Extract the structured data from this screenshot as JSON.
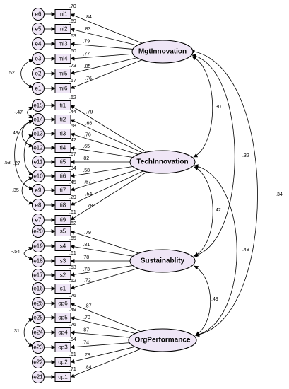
{
  "latents": [
    {
      "id": "MgtInnovation",
      "label": "MgtInnovation"
    },
    {
      "id": "TechInnovation",
      "label": "TechInnovation"
    },
    {
      "id": "Sustainability",
      "label": "Sustainablity"
    },
    {
      "id": "OrgPerformance",
      "label": "OrgPerformance"
    }
  ],
  "indicators": [
    {
      "name": "mi1",
      "error": "e6",
      "r2": ".70",
      "loading": ".84",
      "factor": "MgtInnovation"
    },
    {
      "name": "mi2",
      "error": "e5",
      "r2": ".69",
      "loading": ".83",
      "factor": "MgtInnovation"
    },
    {
      "name": "mi3",
      "error": "e4",
      "r2": ".63",
      "loading": ".79",
      "factor": "MgtInnovation"
    },
    {
      "name": "mi4",
      "error": "e3",
      "r2": ".60",
      "loading": ".77",
      "factor": "MgtInnovation"
    },
    {
      "name": "mi5",
      "error": "e2",
      "r2": ".73",
      "loading": ".85",
      "factor": "MgtInnovation"
    },
    {
      "name": "mi6",
      "error": "e1",
      "r2": ".57",
      "loading": ".76",
      "factor": "MgtInnovation"
    },
    {
      "name": "ti1",
      "error": "e15",
      "r2": ".62",
      "loading": ".79",
      "factor": "TechInnovation"
    },
    {
      "name": "ti2",
      "error": "e14",
      "r2": ".44",
      "loading": ".66",
      "factor": "TechInnovation"
    },
    {
      "name": "ti3",
      "error": "e13",
      "r2": ".58",
      "loading": ".76",
      "factor": "TechInnovation"
    },
    {
      "name": "ti4",
      "error": "e12",
      "r2": ".42",
      "loading": ".65",
      "factor": "TechInnovation"
    },
    {
      "name": "ti5",
      "error": "e11",
      "r2": ".67",
      "loading": ".82",
      "factor": "TechInnovation"
    },
    {
      "name": "ti6",
      "error": "e10",
      "r2": ".34",
      "loading": ".58",
      "factor": "TechInnovation"
    },
    {
      "name": "ti7",
      "error": "e9",
      "r2": ".45",
      "loading": ".67",
      "factor": "TechInnovation"
    },
    {
      "name": "ti8",
      "error": "e8",
      "r2": ".29",
      "loading": ".54",
      "factor": "TechInnovation"
    },
    {
      "name": "ti9",
      "error": "e7",
      "r2": ".61",
      "loading": ".78",
      "factor": "TechInnovation"
    },
    {
      "name": "s5",
      "error": "e20",
      "r2": ".62",
      "loading": ".79",
      "factor": "Sustainability"
    },
    {
      "name": "s4",
      "error": "e19",
      "r2": ".65",
      "loading": ".81",
      "factor": "Sustainability"
    },
    {
      "name": "s3",
      "error": "e18",
      "r2": ".61",
      "loading": ".78",
      "factor": "Sustainability"
    },
    {
      "name": "s2",
      "error": "e17",
      "r2": ".53",
      "loading": ".73",
      "factor": "Sustainability"
    },
    {
      "name": "s1",
      "error": "e16",
      "r2": ".52",
      "loading": ".72",
      "factor": "Sustainability"
    },
    {
      "name": "op6",
      "error": "e26",
      "r2": ".76",
      "loading": ".87",
      "factor": "OrgPerformance"
    },
    {
      "name": "op5",
      "error": "e25",
      "r2": ".49",
      "loading": ".70",
      "factor": "OrgPerformance"
    },
    {
      "name": "op4",
      "error": "e24",
      "r2": ".76",
      "loading": ".87",
      "factor": "OrgPerformance"
    },
    {
      "name": "op3",
      "error": "e23",
      "r2": ".54",
      "loading": ".74",
      "factor": "OrgPerformance"
    },
    {
      "name": "op2",
      "error": "e22",
      "r2": ".61",
      "loading": ".78",
      "factor": "OrgPerformance"
    },
    {
      "name": "op1",
      "error": "e21",
      "r2": ".71",
      "loading": ".84",
      "factor": "OrgPerformance"
    }
  ],
  "covariances": [
    {
      "from": "MgtInnovation",
      "to": "TechInnovation",
      "value": ".30"
    },
    {
      "from": "MgtInnovation",
      "to": "Sustainability",
      "value": ".32"
    },
    {
      "from": "MgtInnovation",
      "to": "OrgPerformance",
      "value": ".34"
    },
    {
      "from": "TechInnovation",
      "to": "Sustainability",
      "value": ".42"
    },
    {
      "from": "TechInnovation",
      "to": "OrgPerformance",
      "value": ".48"
    },
    {
      "from": "Sustainability",
      "to": "OrgPerformance",
      "value": ".49"
    }
  ],
  "error_covariances": [
    {
      "from": "e3",
      "to": "e1",
      "value": ".52"
    },
    {
      "from": "e15",
      "to": "e14",
      "value": "-.47"
    },
    {
      "from": "e14",
      "to": "e12",
      "value": ".49"
    },
    {
      "from": "e13",
      "to": "e10",
      "value": ".27"
    },
    {
      "from": "e14",
      "to": "e9",
      "value": ".53"
    },
    {
      "from": "e10",
      "to": "e8",
      "value": ".35"
    },
    {
      "from": "e19",
      "to": "e18",
      "value": "-.54"
    },
    {
      "from": "e25",
      "to": "e23",
      "value": ".31"
    }
  ]
}
